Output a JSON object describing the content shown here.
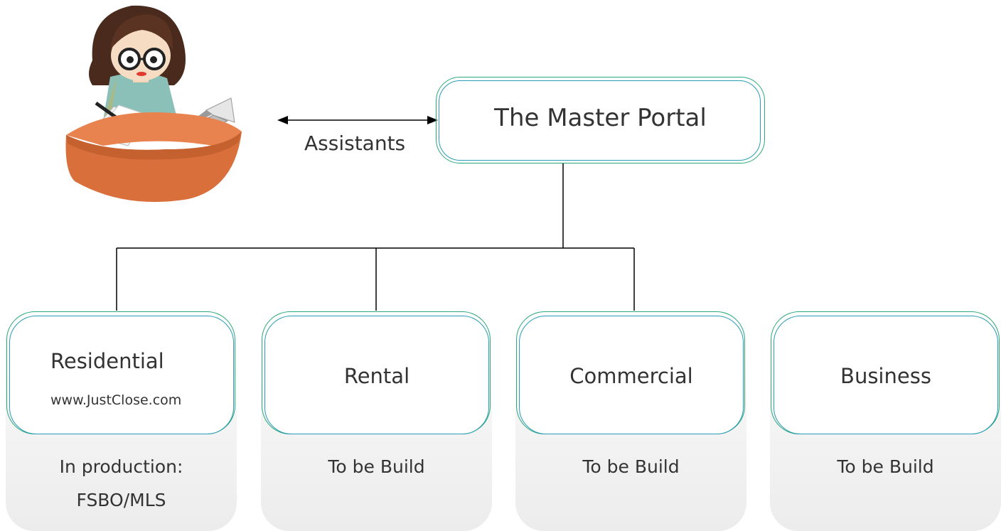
{
  "assistant": {
    "label": "Assistants",
    "illustration": "assistant-at-desk"
  },
  "master": {
    "title": "The Master Portal"
  },
  "portals": [
    {
      "name": "Residential",
      "url": "www.JustClose.com",
      "status": [
        "In production:",
        "FSBO/MLS"
      ]
    },
    {
      "name": "Rental",
      "status": [
        "To be Build"
      ]
    },
    {
      "name": "Commercial",
      "status": [
        "To be Build"
      ]
    },
    {
      "name": "Business",
      "status": [
        "To be Build"
      ]
    }
  ],
  "colors": {
    "outer_border": "#2aa87a",
    "inner_border": "#2a9bb8",
    "text": "#333333",
    "desk": "#e07a48",
    "connector": "#000000"
  }
}
